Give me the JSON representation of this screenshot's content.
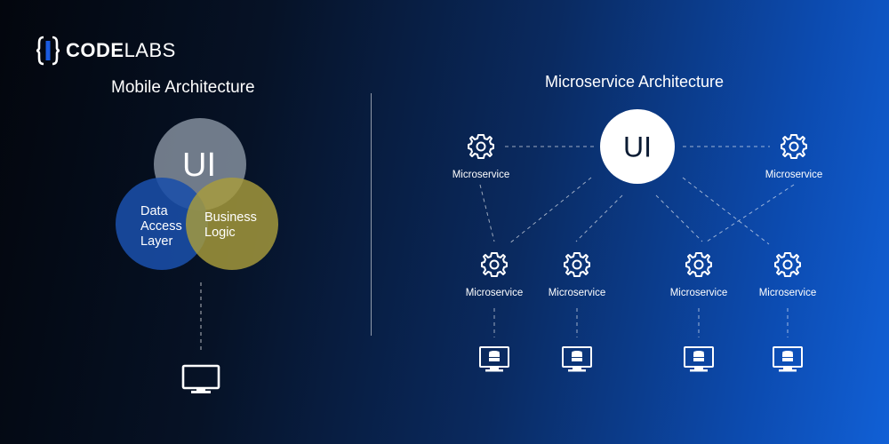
{
  "brand": {
    "bracket_text": "{|}",
    "name_bold": "CODE",
    "name_light": "LABS"
  },
  "left": {
    "title": "Mobile Architecture",
    "ui_label": "UI",
    "data_access_label": "Data\nAccess\nLayer",
    "business_logic_label": "Business\nLogic"
  },
  "right": {
    "title": "Microservice Architecture",
    "ui_label": "UI",
    "microservice_label": "Microservice"
  },
  "colors": {
    "ui_circle": "#9aa5b3",
    "data_access_circle": "#1a4fa8",
    "business_logic_circle": "#a89c3c"
  },
  "icons": {
    "gear": "gear-icon",
    "monitor": "monitor-icon",
    "database_monitor": "database-monitor-icon"
  }
}
